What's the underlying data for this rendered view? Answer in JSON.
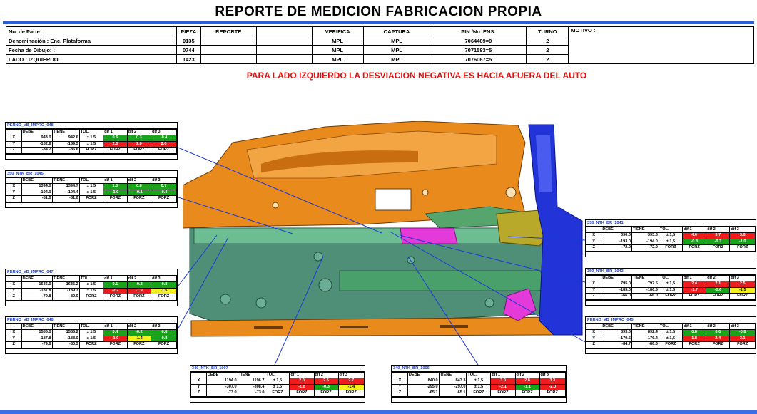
{
  "title": "REPORTE DE MEDICION FABRICACION PROPIA",
  "header": {
    "labels": {
      "part_no": "No. de Parte :",
      "denominacion": "Denominación : Enc. Plataforma",
      "fecha": "Fecha de Dibujo: :",
      "lado": "LADO : IZQUIERDO",
      "pieza": "PIEZA",
      "reporte": "REPORTE",
      "verifica": "VERIFICA",
      "captura": "CAPTURA",
      "pin": "PIN /No. ENS.",
      "turno": "TURNO",
      "motivo": "MOTIVO :"
    },
    "rows": [
      {
        "pieza": "0135",
        "verifica": "MPL",
        "captura": "MPL",
        "pin": "7064489=0",
        "turno": "2"
      },
      {
        "pieza": "0744",
        "verifica": "MPL",
        "captura": "MPL",
        "pin": "7071583=5",
        "turno": "2"
      },
      {
        "pieza": "1423",
        "verifica": "MPL",
        "captura": "MPL",
        "pin": "7076067=5",
        "turno": "2"
      }
    ]
  },
  "warning": "PARA LADO IZQUIERDO LA DESVIACION NEGATIVA ES HACIA AFUERA DEL AUTO",
  "column_headers": {
    "debe": "DEBE",
    "tiene": "TIENE",
    "tol": "TOL.",
    "dif1": "dif 1",
    "dif2": "dif 2",
    "dif3": "dif 3"
  },
  "boxes": [
    {
      "title": "PERNO_VB_IMPRO_048",
      "rows": [
        {
          "axis": "X",
          "debe": "943.0",
          "tiene": "942.6",
          "tol": "± 1,5",
          "d": [
            {
              "v": "0.6",
              "c": "g"
            },
            {
              "v": "0.3",
              "c": "g"
            },
            {
              "v": "-0.4",
              "c": "g"
            }
          ]
        },
        {
          "axis": "Y",
          "debe": "-182.6",
          "tiene": "-189.3",
          "tol": "± 1,5",
          "d": [
            {
              "v": "2.0",
              "c": "r"
            },
            {
              "v": "2.0",
              "c": "r"
            },
            {
              "v": "2.0",
              "c": "r"
            }
          ]
        },
        {
          "axis": "Z",
          "debe": "-84.7",
          "tiene": "-86.6",
          "tol": "FORZ",
          "d": [
            {
              "v": "FORZ",
              "c": "fz"
            },
            {
              "v": "FORZ",
              "c": "fz"
            },
            {
              "v": "FORZ",
              "c": "fz"
            }
          ]
        }
      ]
    },
    {
      "title": "350_NTK_BR_1045",
      "rows": [
        {
          "axis": "X",
          "debe": "1394.0",
          "tiene": "1394.7",
          "tol": "± 1,5",
          "d": [
            {
              "v": "1.0",
              "c": "g"
            },
            {
              "v": "0.8",
              "c": "g"
            },
            {
              "v": "0.7",
              "c": "g"
            }
          ]
        },
        {
          "axis": "Y",
          "debe": "-194.0",
          "tiene": "-194.4",
          "tol": "± 1,5",
          "d": [
            {
              "v": "-1.0",
              "c": "g"
            },
            {
              "v": "-0.1",
              "c": "g"
            },
            {
              "v": "-0.4",
              "c": "g"
            }
          ]
        },
        {
          "axis": "Z",
          "debe": "-81.0",
          "tiene": "-81.0",
          "tol": "FORZ",
          "d": [
            {
              "v": "FORZ",
              "c": "fz"
            },
            {
              "v": "FORZ",
              "c": "fz"
            },
            {
              "v": "FORZ",
              "c": "fz"
            }
          ]
        }
      ]
    },
    {
      "title": "PERNO_VB_IMPRO_047",
      "rows": [
        {
          "axis": "X",
          "debe": "1636.0",
          "tiene": "1635.2",
          "tol": "± 1,5",
          "d": [
            {
              "v": "0.1",
              "c": "g"
            },
            {
              "v": "-0.8",
              "c": "g"
            },
            {
              "v": "-0.8",
              "c": "g"
            }
          ]
        },
        {
          "axis": "Y",
          "debe": "-187.8",
          "tiene": "-189.3",
          "tol": "± 1,5",
          "d": [
            {
              "v": "-2.2",
              "c": "r"
            },
            {
              "v": "-1.9",
              "c": "r"
            },
            {
              "v": "-1.5",
              "c": "y"
            }
          ]
        },
        {
          "axis": "Z",
          "debe": "-79.8",
          "tiene": "-80.0",
          "tol": "FORZ",
          "d": [
            {
              "v": "FORZ",
              "c": "fz"
            },
            {
              "v": "FORZ",
              "c": "fz"
            },
            {
              "v": "FORZ",
              "c": "fz"
            }
          ]
        }
      ]
    },
    {
      "title": "PERNO_VB_IMPRO_048",
      "rows": [
        {
          "axis": "X",
          "debe": "1586.0",
          "tiene": "1585.2",
          "tol": "± 1,5",
          "d": [
            {
              "v": "0.4",
              "c": "g"
            },
            {
              "v": "-0.2",
              "c": "g"
            },
            {
              "v": "-0.8",
              "c": "g"
            }
          ]
        },
        {
          "axis": "Y",
          "debe": "-187.8",
          "tiene": "-188.0",
          "tol": "± 1,5",
          "d": [
            {
              "v": "-1.9",
              "c": "r"
            },
            {
              "v": "-1.4",
              "c": "y"
            },
            {
              "v": "-0.8",
              "c": "g"
            }
          ]
        },
        {
          "axis": "Z",
          "debe": "-79.6",
          "tiene": "-80.3",
          "tol": "FORZ",
          "d": [
            {
              "v": "FORZ",
              "c": "fz"
            },
            {
              "v": "FORZ",
              "c": "fz"
            },
            {
              "v": "FORZ",
              "c": "fz"
            }
          ]
        }
      ]
    },
    {
      "title": "350_NTK_BR_1041",
      "rows": [
        {
          "axis": "X",
          "debe": "390.0",
          "tiene": "393.6",
          "tol": "± 1,5",
          "d": [
            {
              "v": "4.0",
              "c": "r"
            },
            {
              "v": "3.7",
              "c": "r"
            },
            {
              "v": "3.6",
              "c": "r"
            }
          ]
        },
        {
          "axis": "Y",
          "debe": "-193.0",
          "tiene": "-194.0",
          "tol": "± 1,5",
          "d": [
            {
              "v": "-0.8",
              "c": "g"
            },
            {
              "v": "-0.3",
              "c": "g"
            },
            {
              "v": "-1.0",
              "c": "g"
            }
          ]
        },
        {
          "axis": "Z",
          "debe": "-72.0",
          "tiene": "-72.0",
          "tol": "FORZ",
          "d": [
            {
              "v": "FORZ",
              "c": "fz"
            },
            {
              "v": "FORZ",
              "c": "fz"
            },
            {
              "v": "FORZ",
              "c": "fz"
            }
          ]
        }
      ]
    },
    {
      "title": "350_NTK_BR_1043",
      "rows": [
        {
          "axis": "X",
          "debe": "795.0",
          "tiene": "797.5",
          "tol": "± 1,5",
          "d": [
            {
              "v": "2.4",
              "c": "r"
            },
            {
              "v": "2.1",
              "c": "r"
            },
            {
              "v": "2.5",
              "c": "r"
            }
          ]
        },
        {
          "axis": "Y",
          "debe": "-185.0",
          "tiene": "-186.5",
          "tol": "± 1,5",
          "d": [
            {
              "v": "-1.7",
              "c": "r"
            },
            {
              "v": "-0.6",
              "c": "g"
            },
            {
              "v": "-1.5",
              "c": "y"
            }
          ]
        },
        {
          "axis": "Z",
          "debe": "-66.0",
          "tiene": "-66.0",
          "tol": "FORZ",
          "d": [
            {
              "v": "FORZ",
              "c": "fz"
            },
            {
              "v": "FORZ",
              "c": "fz"
            },
            {
              "v": "FORZ",
              "c": "fz"
            }
          ]
        }
      ]
    },
    {
      "title": "PERNO_VB_IMPRO_045",
      "rows": [
        {
          "axis": "X",
          "debe": "893.0",
          "tiene": "892.4",
          "tol": "± 1,5",
          "d": [
            {
              "v": "0.8",
              "c": "g"
            },
            {
              "v": "0.0",
              "c": "g"
            },
            {
              "v": "-0.8",
              "c": "g"
            }
          ]
        },
        {
          "axis": "Y",
          "debe": "-179.5",
          "tiene": "-176.4",
          "tol": "± 1,5",
          "d": [
            {
              "v": "1.8",
              "c": "r"
            },
            {
              "v": "2.4",
              "c": "r"
            },
            {
              "v": "3.1",
              "c": "r"
            }
          ]
        },
        {
          "axis": "Z",
          "debe": "-84.7",
          "tiene": "-86.6",
          "tol": "FORZ",
          "d": [
            {
              "v": "FORZ",
              "c": "fz"
            },
            {
              "v": "FORZ",
              "c": "fz"
            },
            {
              "v": "FORZ",
              "c": "fz"
            }
          ]
        }
      ]
    },
    {
      "title": "340_NTK_BR_1007",
      "rows": [
        {
          "axis": "X",
          "debe": "1194.0",
          "tiene": "1196.7",
          "tol": "± 1,5",
          "d": [
            {
              "v": "2.0",
              "c": "r"
            },
            {
              "v": "2.6",
              "c": "r"
            },
            {
              "v": "2.7",
              "c": "r"
            }
          ]
        },
        {
          "axis": "Y",
          "debe": "-307.0",
          "tiene": "-308.4",
          "tol": "± 1,5",
          "d": [
            {
              "v": "-1.8",
              "c": "r"
            },
            {
              "v": "-0.3",
              "c": "g"
            },
            {
              "v": "-1.4",
              "c": "y"
            }
          ]
        },
        {
          "axis": "Z",
          "debe": "-73.0",
          "tiene": "-73.0",
          "tol": "FORZ",
          "d": [
            {
              "v": "FORZ",
              "c": "fz"
            },
            {
              "v": "FORZ",
              "c": "fz"
            },
            {
              "v": "FORZ",
              "c": "fz"
            }
          ]
        }
      ]
    },
    {
      "title": "340_NTK_BR_1006",
      "rows": [
        {
          "axis": "X",
          "debe": "840.0",
          "tiene": "843.3",
          "tol": "± 1,5",
          "d": [
            {
              "v": "3.0",
              "c": "r"
            },
            {
              "v": "2.8",
              "c": "r"
            },
            {
              "v": "3.3",
              "c": "r"
            }
          ]
        },
        {
          "axis": "Y",
          "debe": "-295.0",
          "tiene": "-297.0",
          "tol": "± 1,5",
          "d": [
            {
              "v": "-2.1",
              "c": "r"
            },
            {
              "v": "-1.1",
              "c": "g"
            },
            {
              "v": "-2.0",
              "c": "r"
            }
          ]
        },
        {
          "axis": "Z",
          "debe": "-65.1",
          "tiene": "-65.1",
          "tol": "FORZ",
          "d": [
            {
              "v": "FORZ",
              "c": "fz"
            },
            {
              "v": "FORZ",
              "c": "fz"
            },
            {
              "v": "FORZ",
              "c": "fz"
            }
          ]
        }
      ]
    }
  ],
  "colors": {
    "ok": "#19a31b",
    "out": "#ee1c1c",
    "warn": "#f4ef1e",
    "accent": "#2c5ed8",
    "warning_text": "#e01010"
  }
}
